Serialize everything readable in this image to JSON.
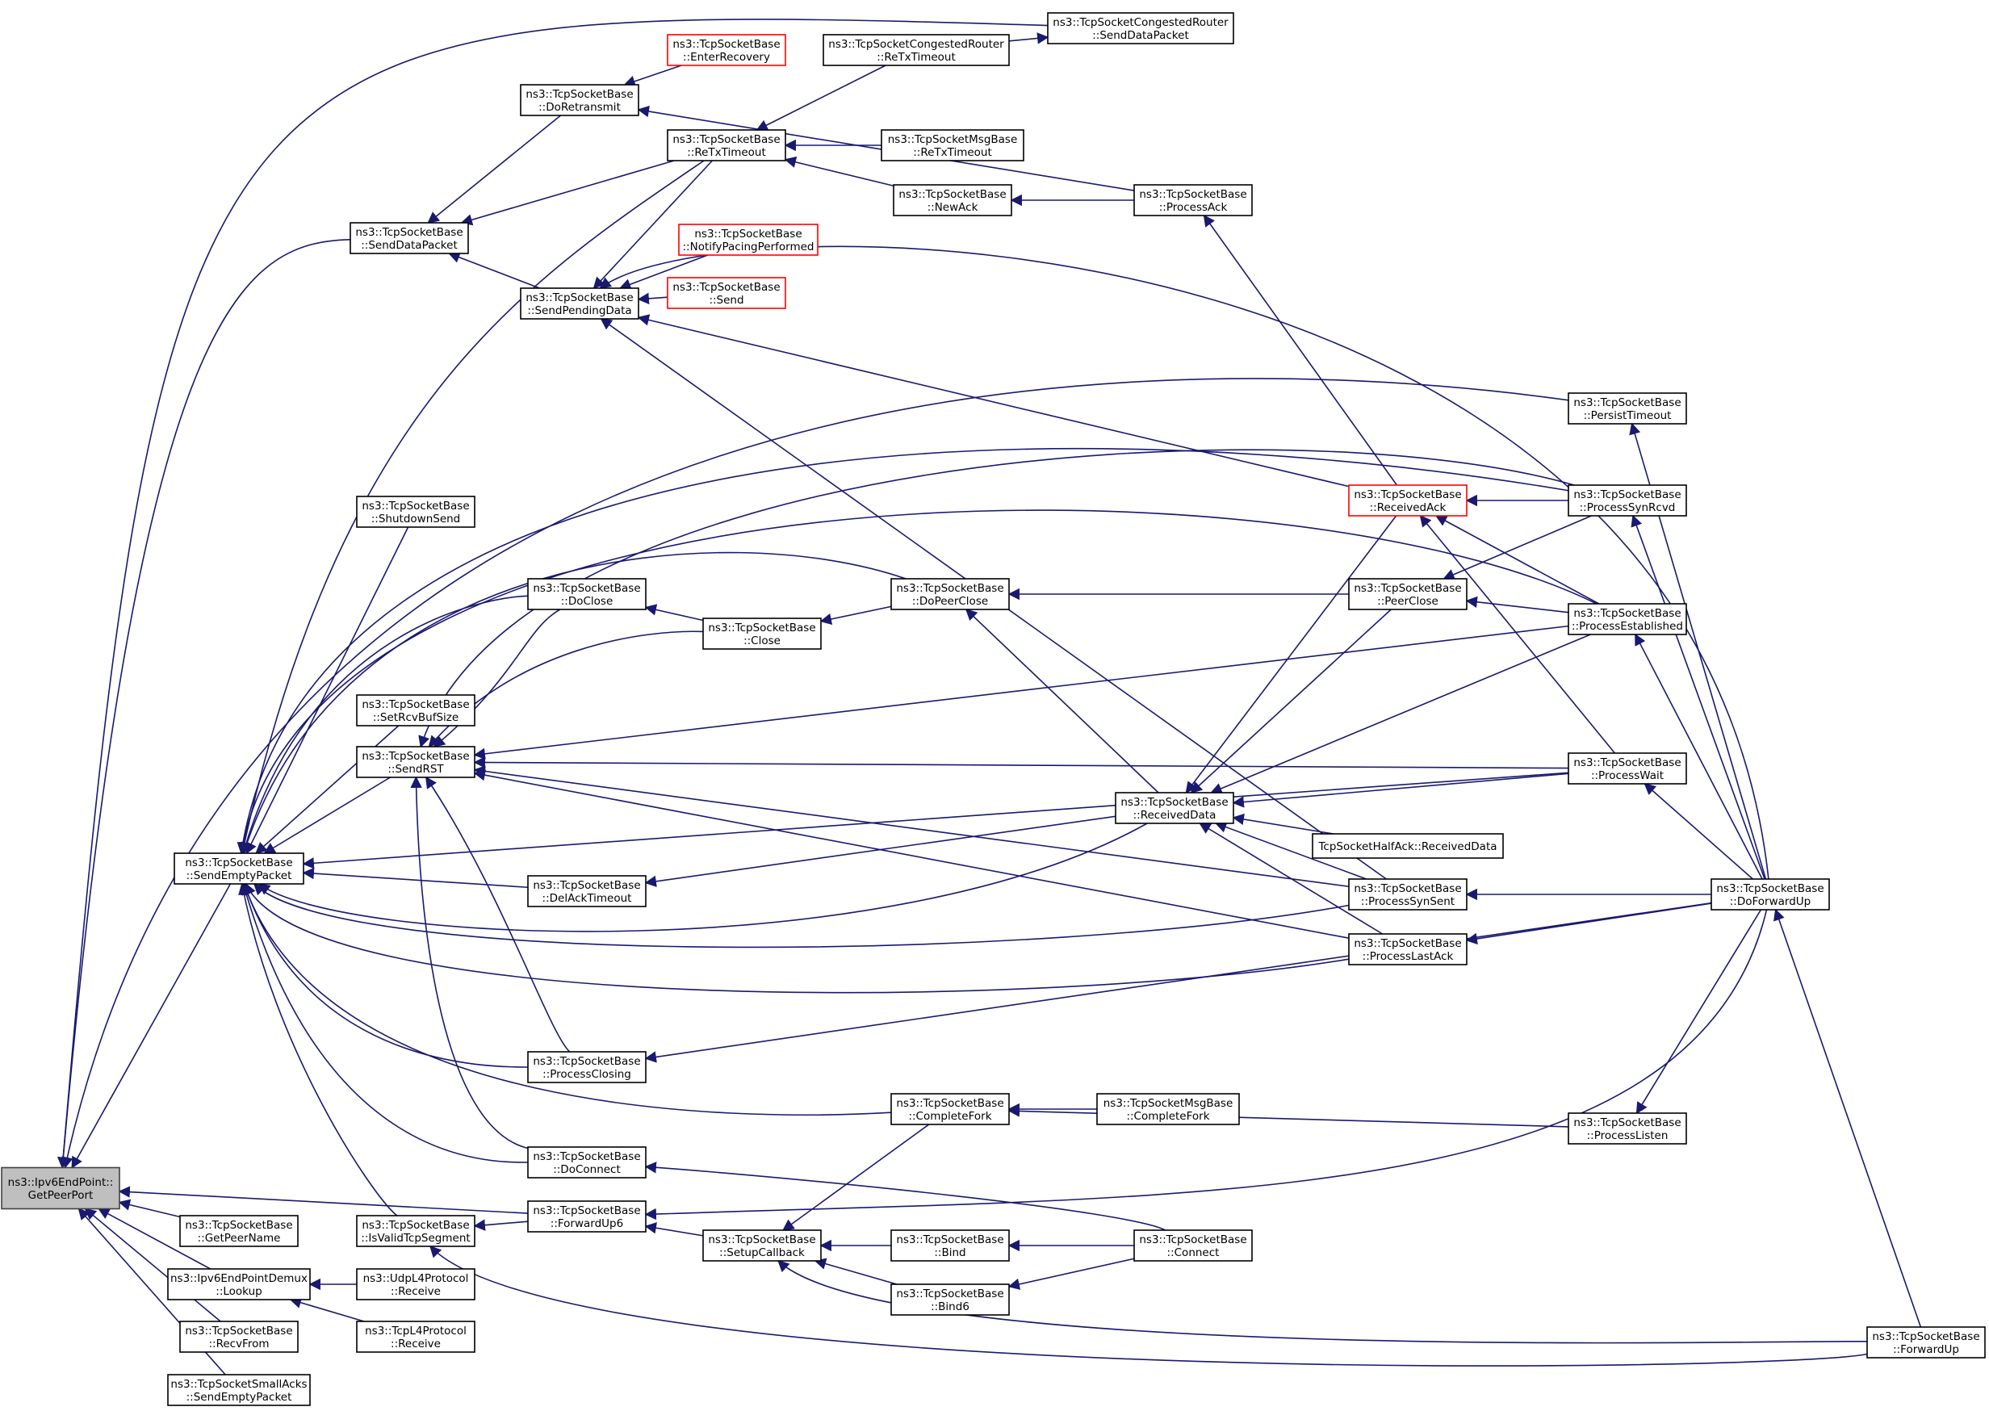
{
  "colors": {
    "edge": "#191970",
    "node_border": "#000000",
    "root_fill": "#bfbfbf",
    "red_border": "#ff0000"
  },
  "nodes": [
    {
      "id": "root",
      "lines": [
        "ns3::Ipv6EndPoint::",
        "GetPeerPort"
      ],
      "style": "root"
    },
    {
      "id": "congSend",
      "lines": [
        "ns3::TcpSocketCongestedRouter",
        "::SendDataPacket"
      ]
    },
    {
      "id": "congRetx",
      "lines": [
        "ns3::TcpSocketCongestedRouter",
        "::ReTxTimeout"
      ]
    },
    {
      "id": "enterRecovery",
      "lines": [
        "ns3::TcpSocketBase",
        "::EnterRecovery"
      ],
      "style": "red"
    },
    {
      "id": "doRetransmit",
      "lines": [
        "ns3::TcpSocketBase",
        "::DoRetransmit"
      ]
    },
    {
      "id": "retxTimeout",
      "lines": [
        "ns3::TcpSocketBase",
        "::ReTxTimeout"
      ]
    },
    {
      "id": "msgRetx",
      "lines": [
        "ns3::TcpSocketMsgBase",
        "::ReTxTimeout"
      ]
    },
    {
      "id": "newAck",
      "lines": [
        "ns3::TcpSocketBase",
        "::NewAck"
      ]
    },
    {
      "id": "processAck",
      "lines": [
        "ns3::TcpSocketBase",
        "::ProcessAck"
      ]
    },
    {
      "id": "sendDataPacket",
      "lines": [
        "ns3::TcpSocketBase",
        "::SendDataPacket"
      ]
    },
    {
      "id": "notifyPacing",
      "lines": [
        "ns3::TcpSocketBase",
        "::NotifyPacingPerformed"
      ],
      "style": "red"
    },
    {
      "id": "sendPending",
      "lines": [
        "ns3::TcpSocketBase",
        "::SendPendingData"
      ]
    },
    {
      "id": "send",
      "lines": [
        "ns3::TcpSocketBase",
        "::Send"
      ],
      "style": "red"
    },
    {
      "id": "persistTimeout",
      "lines": [
        "ns3::TcpSocketBase",
        "::PersistTimeout"
      ]
    },
    {
      "id": "receivedAck",
      "lines": [
        "ns3::TcpSocketBase",
        "::ReceivedAck"
      ],
      "style": "red"
    },
    {
      "id": "processSynRcvd",
      "lines": [
        "ns3::TcpSocketBase",
        "::ProcessSynRcvd"
      ]
    },
    {
      "id": "shutdownSend",
      "lines": [
        "ns3::TcpSocketBase",
        "::ShutdownSend"
      ]
    },
    {
      "id": "doClose",
      "lines": [
        "ns3::TcpSocketBase",
        "::DoClose"
      ]
    },
    {
      "id": "doPeerClose",
      "lines": [
        "ns3::TcpSocketBase",
        "::DoPeerClose"
      ]
    },
    {
      "id": "peerClose",
      "lines": [
        "ns3::TcpSocketBase",
        "::PeerClose"
      ]
    },
    {
      "id": "close",
      "lines": [
        "ns3::TcpSocketBase",
        "::Close"
      ]
    },
    {
      "id": "processEstablished",
      "lines": [
        "ns3::TcpSocketBase",
        "::ProcessEstablished"
      ]
    },
    {
      "id": "setRcvBufSize",
      "lines": [
        "ns3::TcpSocketBase",
        "::SetRcvBufSize"
      ]
    },
    {
      "id": "sendRST",
      "lines": [
        "ns3::TcpSocketBase",
        "::SendRST"
      ]
    },
    {
      "id": "processWait",
      "lines": [
        "ns3::TcpSocketBase",
        "::ProcessWait"
      ]
    },
    {
      "id": "receivedData",
      "lines": [
        "ns3::TcpSocketBase",
        "::ReceivedData"
      ]
    },
    {
      "id": "sendEmpty",
      "lines": [
        "ns3::TcpSocketBase",
        "::SendEmptyPacket"
      ]
    },
    {
      "id": "halfAck",
      "lines": [
        "TcpSocketHalfAck::ReceivedData"
      ]
    },
    {
      "id": "delAck",
      "lines": [
        "ns3::TcpSocketBase",
        "::DelAckTimeout"
      ]
    },
    {
      "id": "processSynSent",
      "lines": [
        "ns3::TcpSocketBase",
        "::ProcessSynSent"
      ]
    },
    {
      "id": "doForwardUp",
      "lines": [
        "ns3::TcpSocketBase",
        "::DoForwardUp"
      ]
    },
    {
      "id": "processLastAck",
      "lines": [
        "ns3::TcpSocketBase",
        "::ProcessLastAck"
      ]
    },
    {
      "id": "processClosing",
      "lines": [
        "ns3::TcpSocketBase",
        "::ProcessClosing"
      ]
    },
    {
      "id": "completeFork",
      "lines": [
        "ns3::TcpSocketBase",
        "::CompleteFork"
      ]
    },
    {
      "id": "msgCompleteFork",
      "lines": [
        "ns3::TcpSocketMsgBase",
        "::CompleteFork"
      ]
    },
    {
      "id": "processListen",
      "lines": [
        "ns3::TcpSocketBase",
        "::ProcessListen"
      ]
    },
    {
      "id": "doConnect",
      "lines": [
        "ns3::TcpSocketBase",
        "::DoConnect"
      ]
    },
    {
      "id": "getPeerName",
      "lines": [
        "ns3::TcpSocketBase",
        "::GetPeerName"
      ]
    },
    {
      "id": "isValidTcpSegment",
      "lines": [
        "ns3::TcpSocketBase",
        "::IsValidTcpSegment"
      ]
    },
    {
      "id": "forwardUp6",
      "lines": [
        "ns3::TcpSocketBase",
        "::ForwardUp6"
      ]
    },
    {
      "id": "setupCallback",
      "lines": [
        "ns3::TcpSocketBase",
        "::SetupCallback"
      ]
    },
    {
      "id": "bind",
      "lines": [
        "ns3::TcpSocketBase",
        "::Bind"
      ]
    },
    {
      "id": "connect",
      "lines": [
        "ns3::TcpSocketBase",
        "::Connect"
      ]
    },
    {
      "id": "lookup",
      "lines": [
        "ns3::Ipv6EndPointDemux",
        "::Lookup"
      ]
    },
    {
      "id": "udpReceive",
      "lines": [
        "ns3::UdpL4Protocol",
        "::Receive"
      ]
    },
    {
      "id": "bind6",
      "lines": [
        "ns3::TcpSocketBase",
        "::Bind6"
      ]
    },
    {
      "id": "tcpReceive",
      "lines": [
        "ns3::TcpL4Protocol",
        "::Receive"
      ]
    },
    {
      "id": "recvFrom",
      "lines": [
        "ns3::TcpSocketBase",
        "::RecvFrom"
      ]
    },
    {
      "id": "forwardUp",
      "lines": [
        "ns3::TcpSocketBase",
        "::ForwardUp"
      ]
    },
    {
      "id": "smallAcks",
      "lines": [
        "ns3::TcpSocketSmallAcks",
        "::SendEmptyPacket"
      ]
    }
  ],
  "edges": [
    [
      "root",
      "congSend"
    ],
    [
      "root",
      "sendDataPacket"
    ],
    [
      "root",
      "persistTimeout"
    ],
    [
      "root",
      "sendEmpty"
    ],
    [
      "root",
      "getPeerName"
    ],
    [
      "root",
      "lookup"
    ],
    [
      "root",
      "recvFrom"
    ],
    [
      "root",
      "smallAcks"
    ],
    [
      "root",
      "forwardUp6"
    ],
    [
      "congSend",
      "congRetx"
    ],
    [
      "retxTimeout",
      "congRetx"
    ],
    [
      "retxTimeout",
      "msgRetx"
    ],
    [
      "retxTimeout",
      "newAck"
    ],
    [
      "sendDataPacket",
      "doRetransmit"
    ],
    [
      "sendDataPacket",
      "retxTimeout"
    ],
    [
      "sendDataPacket",
      "sendPending"
    ],
    [
      "doRetransmit",
      "enterRecovery"
    ],
    [
      "doRetransmit",
      "processAck"
    ],
    [
      "newAck",
      "processAck"
    ],
    [
      "processAck",
      "receivedAck"
    ],
    [
      "sendPending",
      "retxTimeout"
    ],
    [
      "sendPending",
      "notifyPacing"
    ],
    [
      "sendPending",
      "send"
    ],
    [
      "sendPending",
      "doForwardUp"
    ],
    [
      "sendPending",
      "receivedAck"
    ],
    [
      "sendPending",
      "processSynSent"
    ],
    [
      "receivedAck",
      "processSynRcvd"
    ],
    [
      "receivedAck",
      "processEstablished"
    ],
    [
      "receivedAck",
      "processWait"
    ],
    [
      "persistTimeout",
      "doForwardUp"
    ],
    [
      "processSynRcvd",
      "doForwardUp"
    ],
    [
      "processEstablished",
      "doForwardUp"
    ],
    [
      "processWait",
      "doForwardUp"
    ],
    [
      "processSynSent",
      "doForwardUp"
    ],
    [
      "processLastAck",
      "doForwardUp"
    ],
    [
      "processClosing",
      "doForwardUp"
    ],
    [
      "processListen",
      "doForwardUp"
    ],
    [
      "doForwardUp",
      "forwardUp"
    ],
    [
      "peerClose",
      "processSynRcvd"
    ],
    [
      "peerClose",
      "processEstablished"
    ],
    [
      "doPeerClose",
      "peerClose"
    ],
    [
      "close",
      "doPeerClose"
    ],
    [
      "doClose",
      "close"
    ],
    [
      "delAck",
      "receivedData"
    ],
    [
      "receivedData",
      "receivedAck"
    ],
    [
      "receivedData",
      "peerClose"
    ],
    [
      "receivedData",
      "processEstablished"
    ],
    [
      "receivedData",
      "processWait"
    ],
    [
      "receivedData",
      "halfAck"
    ],
    [
      "receivedData",
      "processSynSent"
    ],
    [
      "receivedData",
      "processLastAck"
    ],
    [
      "doPeerClose",
      "receivedData"
    ],
    [
      "sendEmpty",
      "retxTimeout"
    ],
    [
      "sendEmpty",
      "processSynRcvd"
    ],
    [
      "sendEmpty",
      "processEstablished"
    ],
    [
      "sendEmpty",
      "shutdownSend"
    ],
    [
      "sendEmpty",
      "doClose"
    ],
    [
      "sendEmpty",
      "doPeerClose"
    ],
    [
      "sendEmpty",
      "setRcvBufSize"
    ],
    [
      "sendEmpty",
      "sendRST"
    ],
    [
      "sendEmpty",
      "processWait"
    ],
    [
      "sendEmpty",
      "delAck"
    ],
    [
      "sendEmpty",
      "receivedData"
    ],
    [
      "sendEmpty",
      "processSynSent"
    ],
    [
      "sendEmpty",
      "processLastAck"
    ],
    [
      "sendEmpty",
      "processClosing"
    ],
    [
      "sendEmpty",
      "completeFork"
    ],
    [
      "sendEmpty",
      "doConnect"
    ],
    [
      "sendEmpty",
      "isValidTcpSegment"
    ],
    [
      "sendRST",
      "processSynRcvd"
    ],
    [
      "sendRST",
      "doClose"
    ],
    [
      "sendRST",
      "close"
    ],
    [
      "sendRST",
      "processEstablished"
    ],
    [
      "sendRST",
      "processWait"
    ],
    [
      "sendRST",
      "processSynSent"
    ],
    [
      "sendRST",
      "processLastAck"
    ],
    [
      "sendRST",
      "processClosing"
    ],
    [
      "sendRST",
      "doConnect"
    ],
    [
      "completeFork",
      "msgCompleteFork"
    ],
    [
      "completeFork",
      "processListen"
    ],
    [
      "doConnect",
      "connect"
    ],
    [
      "isValidTcpSegment",
      "forwardUp6"
    ],
    [
      "isValidTcpSegment",
      "forwardUp"
    ],
    [
      "forwardUp6",
      "doForwardUp"
    ],
    [
      "forwardUp6",
      "setupCallback"
    ],
    [
      "setupCallback",
      "completeFork"
    ],
    [
      "setupCallback",
      "bind"
    ],
    [
      "setupCallback",
      "bind6"
    ],
    [
      "setupCallback",
      "forwardUp"
    ],
    [
      "bind",
      "connect"
    ],
    [
      "bind6",
      "connect"
    ],
    [
      "lookup",
      "udpReceive"
    ],
    [
      "lookup",
      "tcpReceive"
    ]
  ]
}
